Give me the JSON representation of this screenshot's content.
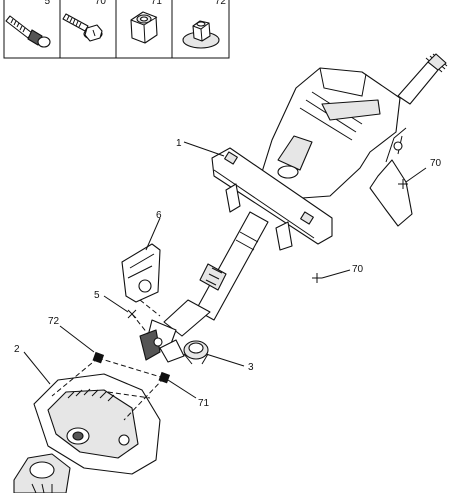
{
  "legend": {
    "cells": [
      {
        "ref": "5",
        "icon": "screw-icon"
      },
      {
        "ref": "70",
        "icon": "flanged-screw-icon"
      },
      {
        "ref": "71",
        "icon": "lock-nut-icon"
      },
      {
        "ref": "72",
        "icon": "flange-nut-icon"
      }
    ]
  },
  "callouts": [
    {
      "id": "c1",
      "text": "1"
    },
    {
      "id": "c2",
      "text": "2"
    },
    {
      "id": "c3",
      "text": "3"
    },
    {
      "id": "c5",
      "text": "5"
    },
    {
      "id": "c6",
      "text": "6"
    },
    {
      "id": "c70a",
      "text": "70"
    },
    {
      "id": "c70b",
      "text": "70"
    },
    {
      "id": "c71",
      "text": "71"
    },
    {
      "id": "c72",
      "text": "72"
    }
  ]
}
